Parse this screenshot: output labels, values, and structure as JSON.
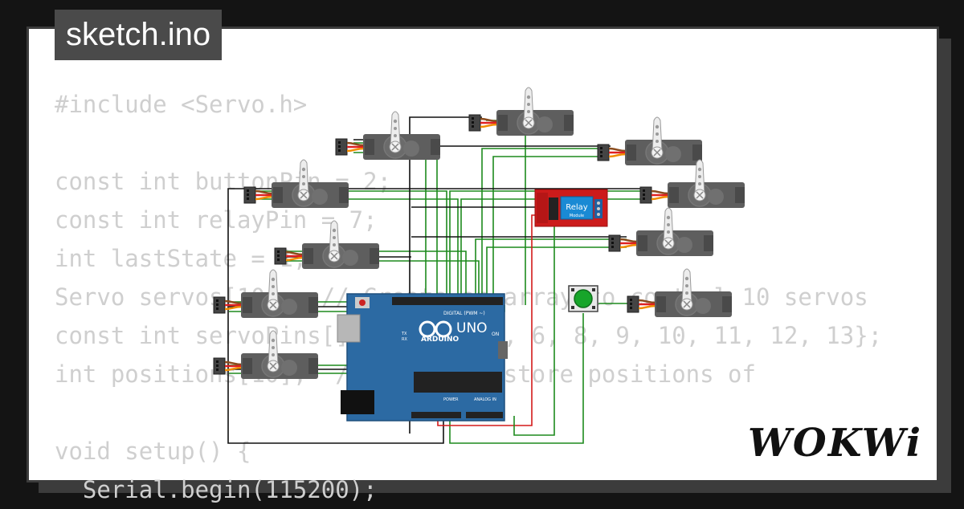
{
  "tab": {
    "filename": "sketch.ino"
  },
  "code_lines": [
    "#include <Servo.h>",
    "",
    "const int buttonPin = 2;",
    "const int relayPin = 7;",
    "int lastState = 1;",
    "Servo servos[10];  // Create an array to control 10 servos",
    "const int servoPins[] = {3, 4, 5, 6, 8, 9, 10, 11, 12, 13};",
    "int positions[10];  // Array to store positions of",
    "",
    "void setup() {",
    "  Serial.begin(115200);"
  ],
  "board": {
    "brand": "ARDUINO",
    "model": "UNO",
    "digital_label": "DIGITAL (PWM ~)",
    "power_label": "POWER",
    "analog_label": "ANALOG IN",
    "on_label": "ON",
    "tx_label": "TX",
    "rx_label": "RX"
  },
  "relay": {
    "label": "Relay",
    "sublabel": "Module"
  },
  "brand_logo": "WOKWi",
  "colors": {
    "background": "#141414",
    "card": "#ffffff",
    "code_text": "#cfcfcf",
    "board_blue": "#2c6aa3",
    "relay_red": "#cc1b1b",
    "wire_green": "#1d8a1d",
    "wire_black": "#111111",
    "wire_red": "#d41a1a",
    "servo_body": "#5e5e5e",
    "button_green": "#17a52a"
  },
  "components": {
    "servo_count": 10,
    "icons": [
      "servo-motor-icon",
      "relay-module-icon",
      "pushbutton-icon",
      "arduino-uno-icon"
    ]
  }
}
